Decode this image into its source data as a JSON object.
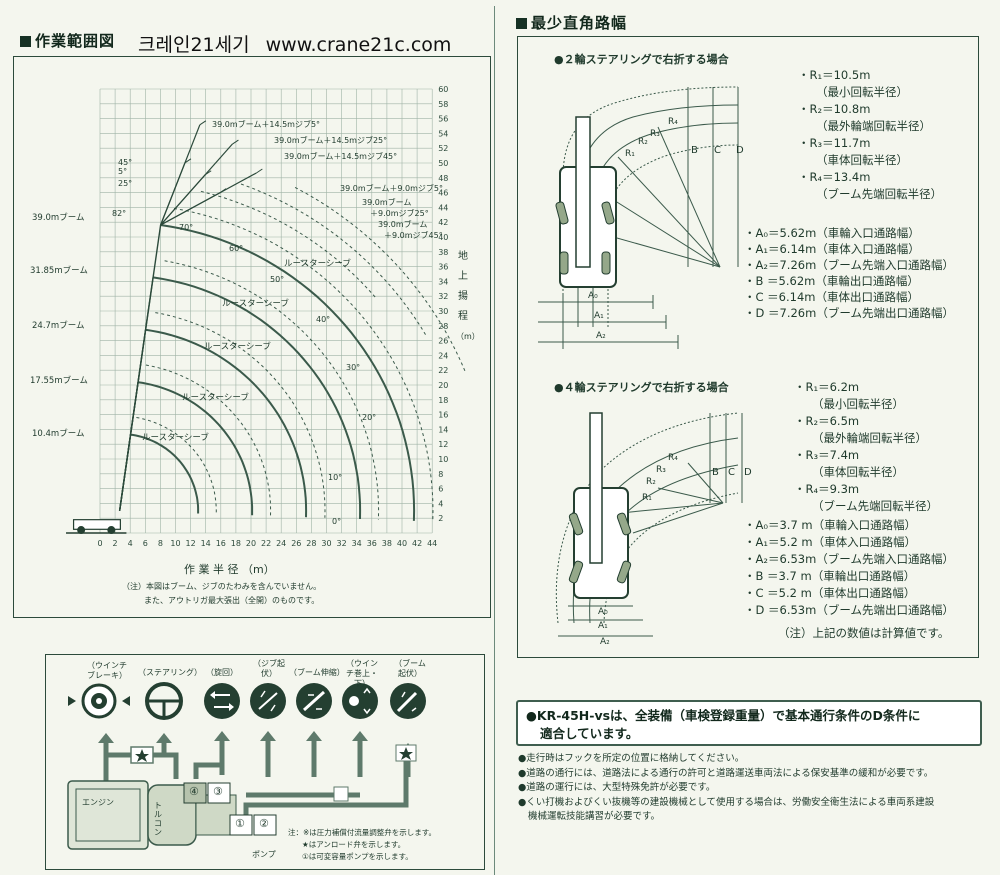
{
  "work_range": {
    "title": "作業範囲図",
    "korean_label": "크레인21세기",
    "url": "www.crane21c.com",
    "x_ticks": [
      "0",
      "2",
      "4",
      "6",
      "8",
      "10",
      "12",
      "14",
      "16",
      "18",
      "20",
      "22",
      "24",
      "26",
      "28",
      "30",
      "32",
      "34",
      "36",
      "38",
      "40",
      "42",
      "44"
    ],
    "y_ticks": [
      "2",
      "4",
      "6",
      "8",
      "10",
      "12",
      "14",
      "16",
      "18",
      "20",
      "22",
      "24",
      "26",
      "28",
      "30",
      "32",
      "34",
      "36",
      "38",
      "40",
      "42",
      "44",
      "46",
      "48",
      "50",
      "52",
      "54",
      "56",
      "58",
      "60"
    ],
    "x_axis_label": "作 業 半 径 （m）",
    "y_axis_label": [
      "地",
      "上",
      "揚",
      "程",
      "（m）"
    ],
    "boom_labels": [
      "39.0mブーム",
      "31.85mブーム",
      "24.7mブーム",
      "17.55mブーム",
      "10.4mブーム"
    ],
    "jib_labels": [
      "39.0mブーム＋14.5mジブ5°",
      "39.0mブーム＋14.5mジブ25°",
      "39.0mブーム＋14.5mジブ45°",
      "39.0mブーム＋9.0mジブ5°",
      "39.0mブーム",
      "＋9.0mジブ25°",
      "39.0mブーム",
      "＋9.0mジブ45°"
    ],
    "angle_labels": [
      "82°",
      "70°",
      "60°",
      "50°",
      "40°",
      "30°",
      "20°",
      "10°",
      "0°",
      "5°",
      "25°",
      "45°"
    ],
    "sheave_label": "ルースターシーブ",
    "notes": [
      "（注）本図はブーム、ジブのたわみを含んでいません。",
      "また、アウトリガ最大張出（全開）のものです。"
    ]
  },
  "controls": {
    "icon_labels": [
      "（ウインチブレーキ）",
      "（ステアリング）",
      "（旋回）",
      "（ジブ起伏）",
      "（ブーム伸縮）",
      "（ウインチ巻上・下）",
      "（ブーム起伏）"
    ],
    "engine_label": "エンジン",
    "torqcon_label": "トルコン",
    "pump_label": "ポンプ",
    "pump_numbers": [
      "①",
      "②",
      "③",
      "④"
    ],
    "notes": [
      "注：※は圧力補償付流量調整弁を示します。",
      "★はアンロード弁を示します。",
      "①は可変容量ポンプを示します。"
    ]
  },
  "turn": {
    "title": "最少直角路幅",
    "case2": {
      "title": "●２輪ステアリングで右折する場合",
      "r_specs": [
        "・R₁＝10.5m",
        "（最小回転半径）",
        "・R₂＝10.8m",
        "（最外輪端回転半径）",
        "・R₃＝11.7m",
        "（車体回転半径）",
        "・R₄＝13.4m",
        "（ブーム先端回転半径）"
      ],
      "a_specs": [
        "・A₀＝5.62m（車輪入口通路幅）",
        "・A₁＝6.14m（車体入口通路幅）",
        "・A₂＝7.26m（ブーム先端入口通路幅）",
        "・B ＝5.62m（車輪出口通路幅）",
        "・C ＝6.14m（車体出口通路幅）",
        "・D ＝7.26m（ブーム先端出口通路幅）"
      ]
    },
    "case4": {
      "title": "●４輪ステアリングで右折する場合",
      "r_specs": [
        "・R₁＝6.2m",
        "（最小回転半径）",
        "・R₂＝6.5m",
        "（最外輪端回転半径）",
        "・R₃＝7.4m",
        "（車体回転半径）",
        "・R₄＝9.3m",
        "（ブーム先端回転半径）"
      ],
      "a_specs": [
        "・A₀＝3.7 m（車輪入口通路幅）",
        "・A₁＝5.2 m（車体入口通路幅）",
        "・A₂＝6.53m（ブーム先端入口通路幅）",
        "・B ＝3.7 m（車輪出口通路幅）",
        "・C ＝5.2 m（車体出口通路幅）",
        "・D ＝6.53m（ブーム先端出口通路幅）"
      ]
    },
    "dim_labels": {
      "a0": "A₀",
      "a1": "A₁",
      "a2": "A₂",
      "b": "B",
      "c": "C",
      "d": "D",
      "r1": "R₁",
      "r2": "R₂",
      "r3": "R₃",
      "r4": "R₄"
    },
    "footnote": "（注）上記の数値は計算値です。"
  },
  "banner": {
    "line1": "●KR-45H-vsは、全装備（車検登録重量）で基本通行条件のD条件に",
    "line2": "適合しています。"
  },
  "bullets": [
    "●走行時はフックを所定の位置に格納してください。",
    "●道路の通行には、道路法による通行の許可と道路運送車両法による保安基準の緩和が必要です。",
    "●道路の運行には、大型特殊免許が必要です。",
    "●くい打機およびくい抜機等の建設機械として使用する場合は、労働安全衛生法による車両系建設",
    "機械運転技能講習が必要です。"
  ]
}
